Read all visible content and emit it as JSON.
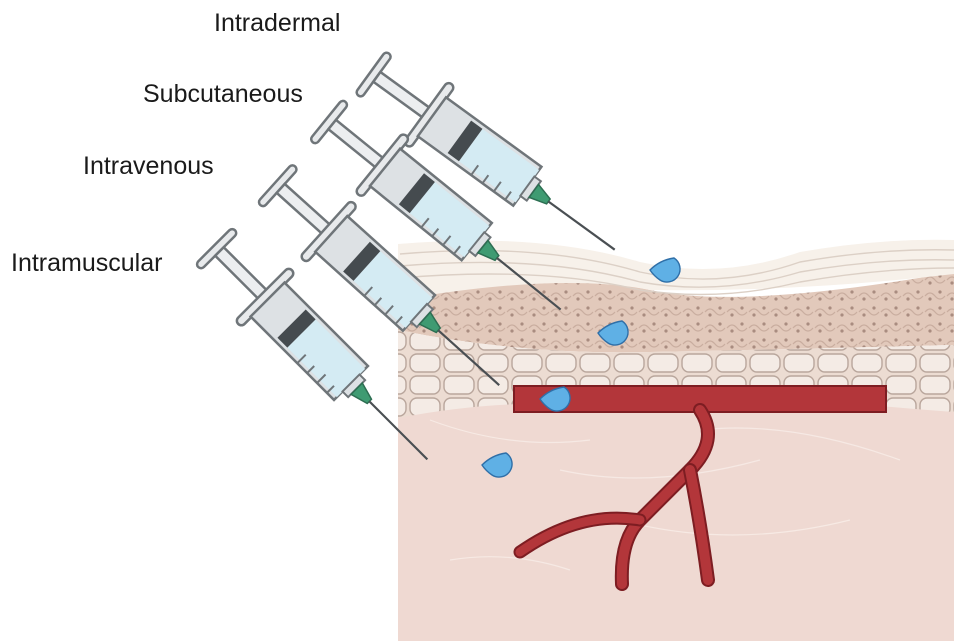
{
  "labels": {
    "intradermal": "Intradermal",
    "subcutaneous": "Subcutaneous",
    "intravenous": "Intravenous",
    "intramuscular": "Intramuscular"
  },
  "colors": {
    "muscle": "#efd9d2",
    "dermis": "#e6cdbf",
    "epidermis_cells": "#f3e8e1",
    "cell_outline": "#b8a59b",
    "surface": "#f7f1ea",
    "vessel": "#b3363a",
    "vessel_dark": "#7d1d22",
    "syringe_barrel": "#dde1e4",
    "syringe_fluid": "#d4ebf3",
    "plunger_seal": "#454b4f",
    "needle_hub": "#3f9b72",
    "drop": "#5fb0e5",
    "outline": "#6f7579"
  },
  "icons": [
    "syringe-icon",
    "droplet-icon",
    "blood-vessel-icon"
  ]
}
